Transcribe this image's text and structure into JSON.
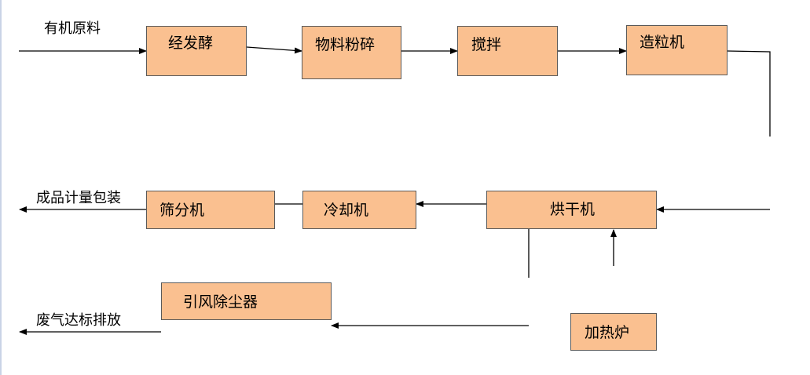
{
  "diagram": {
    "input_label": "有机原料",
    "output_label": "成品计量包装",
    "exhaust_label": "废气达标排放",
    "nodes": {
      "fermentation": "经发酵",
      "crushing": "物料粉碎",
      "mixing": "搅拌",
      "granulator": "造粒机",
      "dryer": "烘干机",
      "cooler": "冷却机",
      "screener": "筛分机",
      "dust_removal": "引风除尘器",
      "heating_furnace": "加热炉"
    },
    "colors": {
      "box_fill": "#fac090",
      "box_border": "#5a5a5a",
      "line": "#000000"
    }
  }
}
